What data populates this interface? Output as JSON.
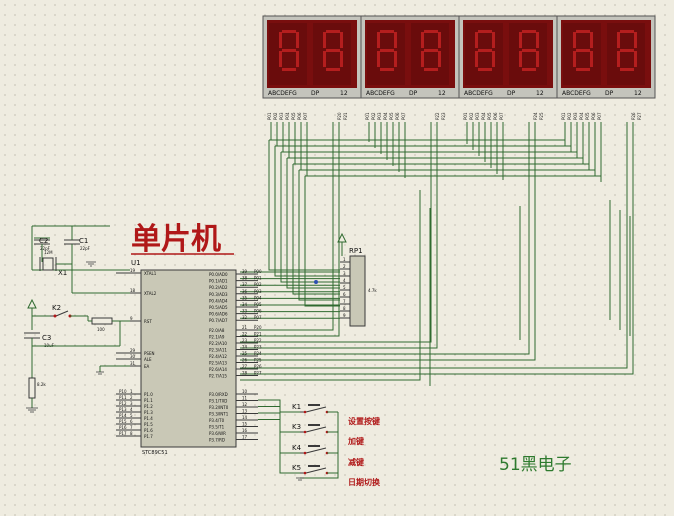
{
  "title": "单片机",
  "watermark": "51黑电子",
  "mcu": {
    "ref": "U1",
    "part": "STC89C51",
    "left_pins": [
      {
        "num": "19",
        "name": "XTAL1"
      },
      {
        "num": "18",
        "name": "XTAL2"
      },
      {
        "num": "9",
        "name": "RST"
      },
      {
        "num": "29",
        "name": "PSEN"
      },
      {
        "num": "30",
        "name": "ALE"
      },
      {
        "num": "31",
        "name": "EA"
      },
      {
        "num": "1",
        "name": "P1.0"
      },
      {
        "num": "2",
        "name": "P1.1"
      },
      {
        "num": "3",
        "name": "P1.2"
      },
      {
        "num": "4",
        "name": "P1.3"
      },
      {
        "num": "5",
        "name": "P1.4"
      },
      {
        "num": "6",
        "name": "P1.5"
      },
      {
        "num": "7",
        "name": "P1.6"
      },
      {
        "num": "8",
        "name": "P1.7"
      }
    ],
    "p0_pins": [
      {
        "num": "39",
        "name": "P0.0/AD0",
        "net": "P00"
      },
      {
        "num": "38",
        "name": "P0.1/AD1",
        "net": "P01"
      },
      {
        "num": "37",
        "name": "P0.2/AD2",
        "net": "P02"
      },
      {
        "num": "36",
        "name": "P0.3/AD3",
        "net": "P03"
      },
      {
        "num": "35",
        "name": "P0.4/AD4",
        "net": "P04"
      },
      {
        "num": "34",
        "name": "P0.5/AD5",
        "net": "P05"
      },
      {
        "num": "33",
        "name": "P0.6/AD6",
        "net": "P06"
      },
      {
        "num": "32",
        "name": "P0.7/AD7",
        "net": "P07"
      }
    ],
    "p2_pins": [
      {
        "num": "21",
        "name": "P2.0/A8",
        "net": "P20"
      },
      {
        "num": "22",
        "name": "P2.1/A9",
        "net": "P21"
      },
      {
        "num": "23",
        "name": "P2.2/A10",
        "net": "P22"
      },
      {
        "num": "24",
        "name": "P2.3/A11",
        "net": "P23"
      },
      {
        "num": "25",
        "name": "P2.4/A12",
        "net": "P24"
      },
      {
        "num": "26",
        "name": "P2.5/A13",
        "net": "P25"
      },
      {
        "num": "27",
        "name": "P2.6/A14",
        "net": "P26"
      },
      {
        "num": "28",
        "name": "P2.7/A15",
        "net": "P27"
      }
    ],
    "p3_pins": [
      {
        "num": "10",
        "name": "P3.0/RXD"
      },
      {
        "num": "11",
        "name": "P3.1/TXD"
      },
      {
        "num": "12",
        "name": "P3.2/INT0"
      },
      {
        "num": "13",
        "name": "P3.3/INT1"
      },
      {
        "num": "14",
        "name": "P3.4/T0"
      },
      {
        "num": "15",
        "name": "P3.5/T1"
      },
      {
        "num": "16",
        "name": "P3.6/WR"
      },
      {
        "num": "17",
        "name": "P3.7/RD"
      }
    ]
  },
  "components": {
    "c2": {
      "ref": "C2",
      "value": "22pF"
    },
    "c1": {
      "ref": "C1",
      "value": "22pF"
    },
    "x1": {
      "ref": "X1",
      "value": "12M"
    },
    "c3": {
      "ref": "C3",
      "value": "10uF"
    },
    "r_rst": {
      "value": "100"
    },
    "r_pd": {
      "value": "8.2k"
    },
    "k2": {
      "ref": "K2"
    },
    "rp1": {
      "ref": "RP1",
      "value": "4.7k"
    }
  },
  "displays": [
    {
      "segment_label": "ABCDEFG",
      "dp_label": "DP",
      "digit_label": "12",
      "pins": [
        "P01",
        "P02",
        "P03",
        "P04",
        "P05",
        "P06",
        "P07",
        "P20",
        "P21"
      ]
    },
    {
      "segment_label": "ABCDEFG",
      "dp_label": "DP",
      "digit_label": "12",
      "pins": [
        "P01",
        "P02",
        "P03",
        "P04",
        "P05",
        "P06",
        "P07",
        "P22",
        "P23"
      ]
    },
    {
      "segment_label": "ABCDEFG",
      "dp_label": "DP",
      "digit_label": "12",
      "pins": [
        "P01",
        "P02",
        "P03",
        "P04",
        "P05",
        "P06",
        "P07",
        "P24",
        "P25"
      ]
    },
    {
      "segment_label": "ABCDEFG",
      "dp_label": "DP",
      "digit_label": "12",
      "pins": [
        "P01",
        "P02",
        "P03",
        "P04",
        "P05",
        "P06",
        "P07",
        "P26",
        "P27"
      ]
    }
  ],
  "keys": [
    {
      "ref": "K1",
      "label": "设置按键"
    },
    {
      "ref": "K3",
      "label": "加键"
    },
    {
      "ref": "K4",
      "label": "减键"
    },
    {
      "ref": "K5",
      "label": "日期切换"
    }
  ],
  "colors": {
    "background": "#efece0",
    "wire": "#2f6a2f",
    "display_body": "#790e0e",
    "display_segment": "#b41e1e",
    "chip_body": "#c9c8b6",
    "title": "#b01818",
    "label_red": "#b01818",
    "watermark": "#2e7a2e"
  }
}
